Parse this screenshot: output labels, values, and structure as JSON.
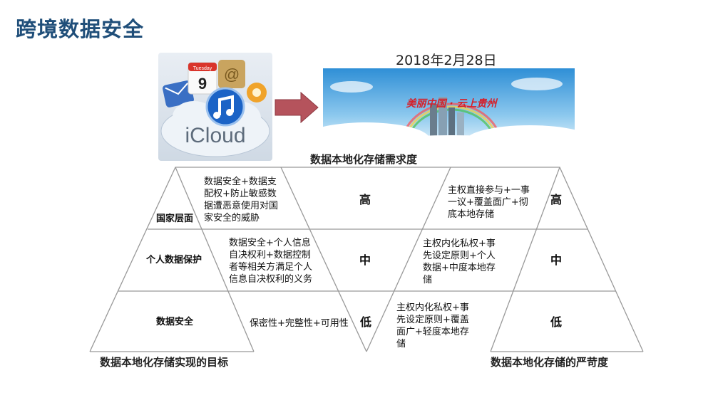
{
  "slide": {
    "title": "跨境数据安全",
    "date": "2018年2月28日"
  },
  "images": {
    "icloud": {
      "icon": "icloud-logo-icon",
      "text": "iCloud",
      "calendar_month": "Tuesday",
      "calendar_day": "9"
    },
    "banner": {
      "icon": "cloud-sky-banner-icon",
      "caption": "美丽中国 · 云上贵州"
    }
  },
  "diagram": {
    "top_label": "数据本地化存储需求度",
    "bottom_left_label": "数据本地化存储实现的目标",
    "bottom_right_label": "数据本地化存储的严苛度",
    "rows": [
      {
        "category": "国家层面",
        "goal": "数据安全+数据支配权+防止敏感数据遭恶意使用对国家安全的威胁",
        "need": "高",
        "approach": "主权直接参与+一事一议+覆盖面广+彻底本地存储",
        "strictness": "高"
      },
      {
        "category": "个人数据保护",
        "goal": "数据安全+个人信息自决权利+数据控制者等相关方满足个人信息自决权利的义务",
        "need": "中",
        "approach": "主权内化私权+事先设定原则+个人数据+中度本地存储",
        "strictness": "中"
      },
      {
        "category": "数据安全",
        "goal": "保密性+完整性+可用性",
        "need": "低",
        "approach": "主权内化私权+事先设定原则+覆盖面广+轻度本地存储",
        "strictness": "低"
      }
    ]
  }
}
